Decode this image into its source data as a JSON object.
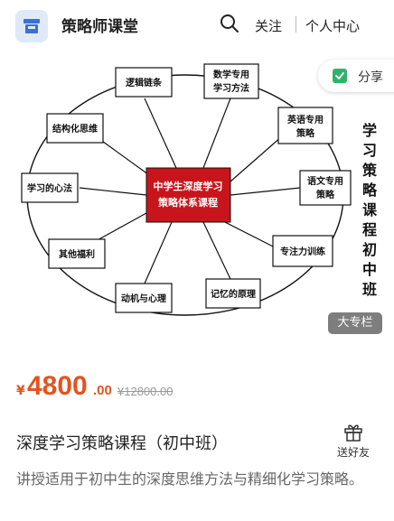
{
  "header": {
    "shop_name": "策略师课堂",
    "follow": "关注",
    "profile": "个人中心"
  },
  "banner": {
    "center_line1": "中学生深度学习",
    "center_line2": "策略体系课程",
    "nodes": {
      "n1": "逻辑链条",
      "n2a": "数学专用",
      "n2b": "学习方法",
      "n3a": "英语专用",
      "n3b": "策略",
      "n4a": "语文专用",
      "n4b": "策略",
      "n5": "专注力训练",
      "n6": "记忆的原理",
      "n7": "动机与心理",
      "n8": "其他福利",
      "n9": "学习的心法",
      "n10": "结构化思维"
    },
    "vertical_title": "学习策略课程初中班",
    "share": "分享",
    "badge": "大专栏"
  },
  "price": {
    "currency": "¥",
    "integer": "4800",
    "decimal": ".00",
    "original": "¥12800.00"
  },
  "product": {
    "title": "深度学习策略课程（初中班）",
    "gift_label": "送好友",
    "description": "讲授适用于初中生的深度思维方法与精细化学习策略。"
  },
  "colors": {
    "accent": "#e3541e",
    "center_box": "#c8151b",
    "badge": "#7e7e7e",
    "share_green": "#2fb36a"
  }
}
